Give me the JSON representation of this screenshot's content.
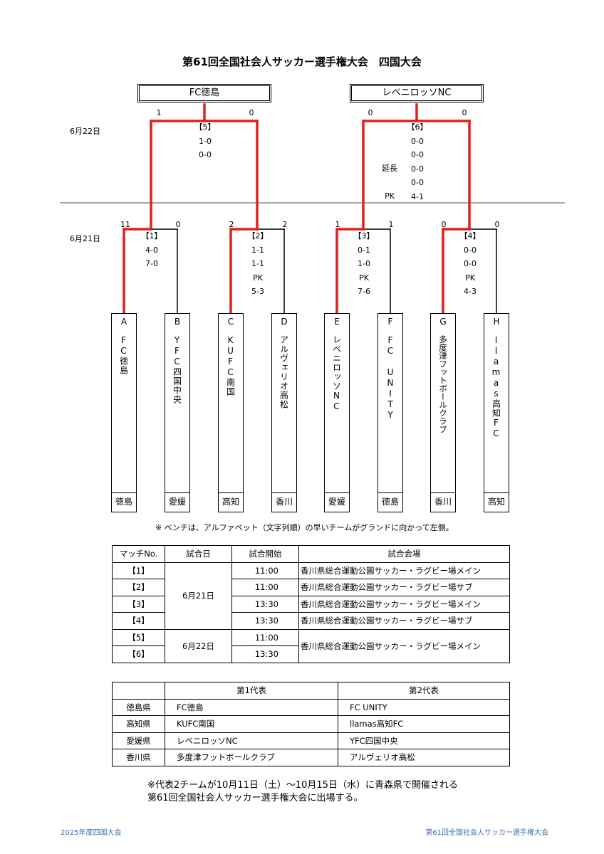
{
  "title": "第61回全国社会人サッカー選手権大会　四国大会",
  "winners": [
    "FC徳島",
    "レベニロッソNC"
  ],
  "dates": {
    "day2": "6月22日",
    "day1": "6月21日"
  },
  "semis": [
    {
      "label": "【5】",
      "results": [
        "1-0",
        "0-0"
      ],
      "score_left": "1",
      "score_right": "0"
    },
    {
      "label": "【6】",
      "results": [
        "0-0",
        "0-0",
        "0-0",
        "0-0",
        "4-1"
      ],
      "notes": [
        "延長",
        "PK"
      ],
      "score_left": "0",
      "score_right": "0"
    }
  ],
  "quarters": [
    {
      "label": "【1】",
      "results": [
        "4-0",
        "7-0"
      ],
      "score_left": "11",
      "score_right": "0"
    },
    {
      "label": "【2】",
      "results": [
        "1-1",
        "1-1",
        "PK",
        "5-3"
      ],
      "score_left": "2",
      "score_right": "2"
    },
    {
      "label": "【3】",
      "results": [
        "0-1",
        "1-0",
        "PK",
        "7-6"
      ],
      "score_left": "1",
      "score_right": "1"
    },
    {
      "label": "【4】",
      "results": [
        "0-0",
        "0-0",
        "PK",
        "4-3"
      ],
      "score_left": "0",
      "score_right": "0"
    }
  ],
  "teams": [
    {
      "letter": "A",
      "name": "FC徳島",
      "pref": "徳島"
    },
    {
      "letter": "B",
      "name": "YFC四国中央",
      "pref": "愛媛"
    },
    {
      "letter": "C",
      "name": "KUFC南国",
      "pref": "高知"
    },
    {
      "letter": "D",
      "name": "アルヴェリオ高松",
      "pref": "香川"
    },
    {
      "letter": "E",
      "name": "レベニロッソNC",
      "pref": "愛媛"
    },
    {
      "letter": "F",
      "name": "FC UNITY",
      "pref": "徳島"
    },
    {
      "letter": "G",
      "name": "多度津フットボールクラブ",
      "pref": "香川"
    },
    {
      "letter": "H",
      "name": "llamas高知FC",
      "pref": "高知"
    }
  ],
  "bench_note": "※ ベンチは、アルファベット（文字列順）の早いチームがグランドに向かって左側。",
  "schedule": {
    "headers": [
      "マッチNo.",
      "試合日",
      "試合開始",
      "試合会場"
    ],
    "rows": [
      {
        "no": "【1】",
        "time": "11:00",
        "venue": "香川県総合運動公園サッカー・ラグビー場メイン"
      },
      {
        "no": "【2】",
        "time": "11:00",
        "venue": "香川県総合運動公園サッカー・ラグビー場サブ"
      },
      {
        "no": "【3】",
        "time": "13:30",
        "venue": "香川県総合運動公園サッカー・ラグビー場メイン"
      },
      {
        "no": "【4】",
        "time": "13:30",
        "venue": "香川県総合運動公園サッカー・ラグビー場サブ"
      },
      {
        "no": "【5】",
        "time": "11:00"
      },
      {
        "no": "【6】",
        "time": "13:30"
      }
    ],
    "date1": "6月21日",
    "date2": "6月22日",
    "venue_day2": "香川県総合運動公園サッカー・ラグビー場メイン"
  },
  "representatives": {
    "headers": [
      "第1代表",
      "第2代表"
    ],
    "rows": [
      {
        "pref": "徳島県",
        "first": "FC徳島",
        "second": "FC UNITY"
      },
      {
        "pref": "高知県",
        "first": "KUFC南国",
        "second": "llamas高知FC"
      },
      {
        "pref": "愛媛県",
        "first": "レベニロッソNC",
        "second": "YFC四国中央"
      },
      {
        "pref": "香川県",
        "first": "多度津フットボールクラブ",
        "second": "アルヴェリオ高松"
      }
    ]
  },
  "final_note": [
    "※代表2チームが10月11日（土）～10月15日（水）に青森県で開催される",
    "第61回全国社会人サッカー選手権大会に出場する。"
  ],
  "footer": {
    "left": "2025年度四国大会",
    "right": "第61回全国社会人サッカー選手権大会"
  },
  "colors": {
    "winner_path": "#e0201c",
    "line": "#000000",
    "footer": "#3a6fb0"
  }
}
